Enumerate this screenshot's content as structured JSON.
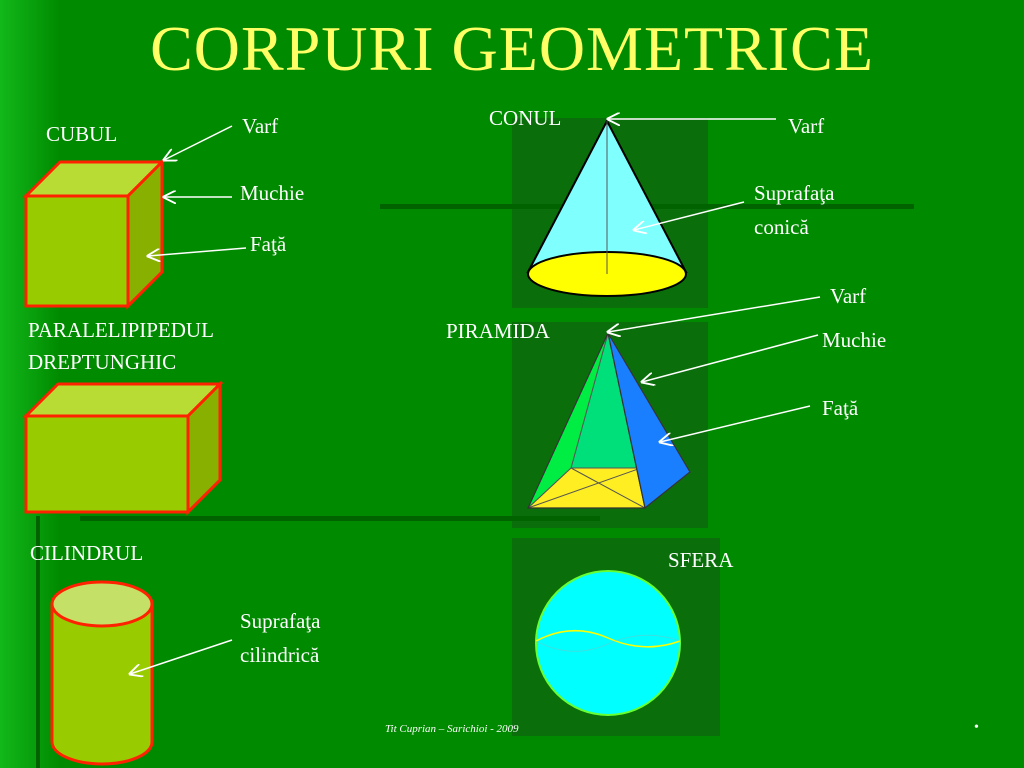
{
  "title": "CORPURI  GEOMETRICE",
  "solids": {
    "cube": {
      "name": "CUBUL",
      "vertex": "Varf",
      "edge": "Muchie",
      "face": "Faţă"
    },
    "cuboid": {
      "name_line1": "PARALELIPIPEDUL",
      "name_line2": "DREPTUNGHIC"
    },
    "cylinder": {
      "name": "CILINDRUL",
      "surface_line1": "Suprafaţa",
      "surface_line2": "cilindrică"
    },
    "cone": {
      "name": "CONUL",
      "vertex": "Varf",
      "surface_line1": "Suprafaţa",
      "surface_line2": "conică"
    },
    "pyramid": {
      "name": "PIRAMIDA",
      "vertex": "Varf",
      "edge": "Muchie",
      "face": "Faţă"
    },
    "sphere": {
      "name": "SFERA"
    }
  },
  "footer": {
    "credit": "Tit Cuprian – Sarichioi - 2009",
    "bullet": "•"
  },
  "colors": {
    "background": "#008a00",
    "title": "#ffff66",
    "solid_fill": "#99cc00",
    "solid_edge": "#ff2200",
    "cone_fill": "#80ffff",
    "base_fill": "#ffff00",
    "pyramid_green": "#00ee44",
    "pyramid_blue": "#1a7fff",
    "sphere_fill": "#00ffff"
  },
  "icons": [
    "arrow-icon"
  ]
}
